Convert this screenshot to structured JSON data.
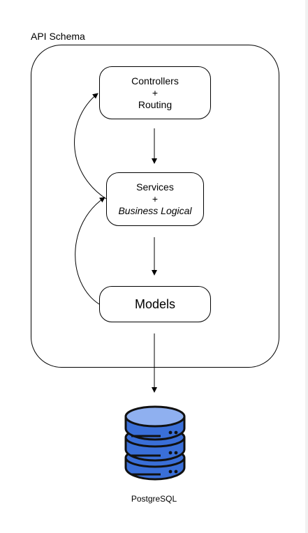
{
  "container": {
    "title": "API Schema"
  },
  "nodes": {
    "controllers": {
      "line1": "Controllers",
      "line2": "+",
      "line3": "Routing"
    },
    "services": {
      "line1": "Services",
      "line2": "+",
      "line3": "Business Logical"
    },
    "models": {
      "label": "Models"
    }
  },
  "database": {
    "label": "PostgreSQL",
    "icon": "database-icon",
    "color": "#3a6fd8"
  }
}
